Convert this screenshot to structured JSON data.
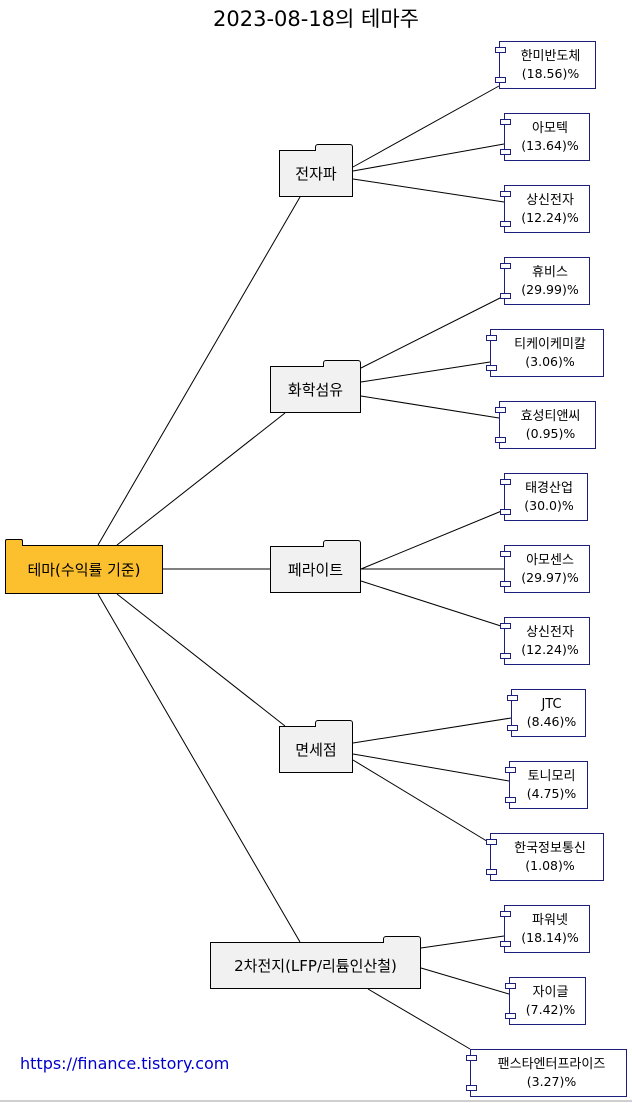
{
  "title": "2023-08-18의 테마주",
  "root": {
    "label": "테마(수익률 기준)"
  },
  "themes": [
    {
      "label": "전자파",
      "stocks": [
        {
          "name": "한미반도체",
          "rate": "(18.56)%"
        },
        {
          "name": "아모텍",
          "rate": "(13.64)%"
        },
        {
          "name": "상신전자",
          "rate": "(12.24)%"
        }
      ]
    },
    {
      "label": "화학섬유",
      "stocks": [
        {
          "name": "휴비스",
          "rate": "(29.99)%"
        },
        {
          "name": "티케이케미칼",
          "rate": "(3.06)%"
        },
        {
          "name": "효성티앤씨",
          "rate": "(0.95)%"
        }
      ]
    },
    {
      "label": "페라이트",
      "stocks": [
        {
          "name": "태경산업",
          "rate": "(30.0)%"
        },
        {
          "name": "아모센스",
          "rate": "(29.97)%"
        },
        {
          "name": "상신전자",
          "rate": "(12.24)%"
        }
      ]
    },
    {
      "label": "면세점",
      "stocks": [
        {
          "name": "JTC",
          "rate": "(8.46)%"
        },
        {
          "name": "토니모리",
          "rate": "(4.75)%"
        },
        {
          "name": "한국정보통신",
          "rate": "(1.08)%"
        }
      ]
    },
    {
      "label": "2차전지(LFP/리튬인산철)",
      "stocks": [
        {
          "name": "파워넷",
          "rate": "(18.14)%"
        },
        {
          "name": "자이글",
          "rate": "(7.42)%"
        },
        {
          "name": "팬스타엔터프라이즈",
          "rate": "(3.27)%"
        }
      ]
    }
  ],
  "footer": "https://finance.tistory.com",
  "colors": {
    "root_fill": "#fcbf2e",
    "package_fill": "#f1f1f1",
    "component_border": "#1d1f7c",
    "footer_link": "#0000cc"
  }
}
